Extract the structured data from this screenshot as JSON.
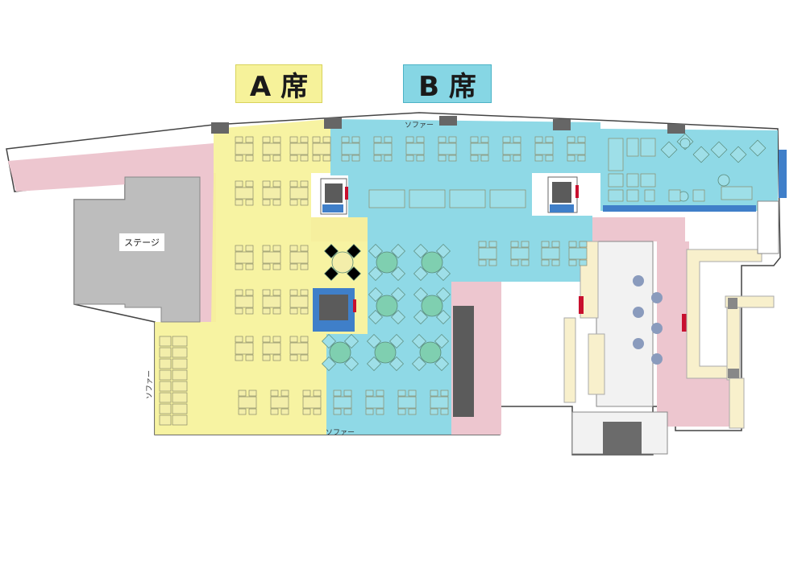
{
  "zones": {
    "a_label": "A 席",
    "b_label": "B 席"
  },
  "areas": {
    "stage": "ステージ",
    "sofa_top": "ソファー",
    "sofa_left": "ソファー",
    "sofa_bottom": "ソファー"
  },
  "colors": {
    "zone_a": "#f6f29a",
    "zone_b": "#86d6e4",
    "aisle_pink": "#edc6cf",
    "stage_gray": "#bdbdbd",
    "furniture_yellow": "#f3eeaa",
    "furniture_cyan": "#9edfe8",
    "pillar_dark": "#5b5b5b",
    "blue_accent": "#3f7fc9",
    "red_accent": "#c8102e"
  }
}
